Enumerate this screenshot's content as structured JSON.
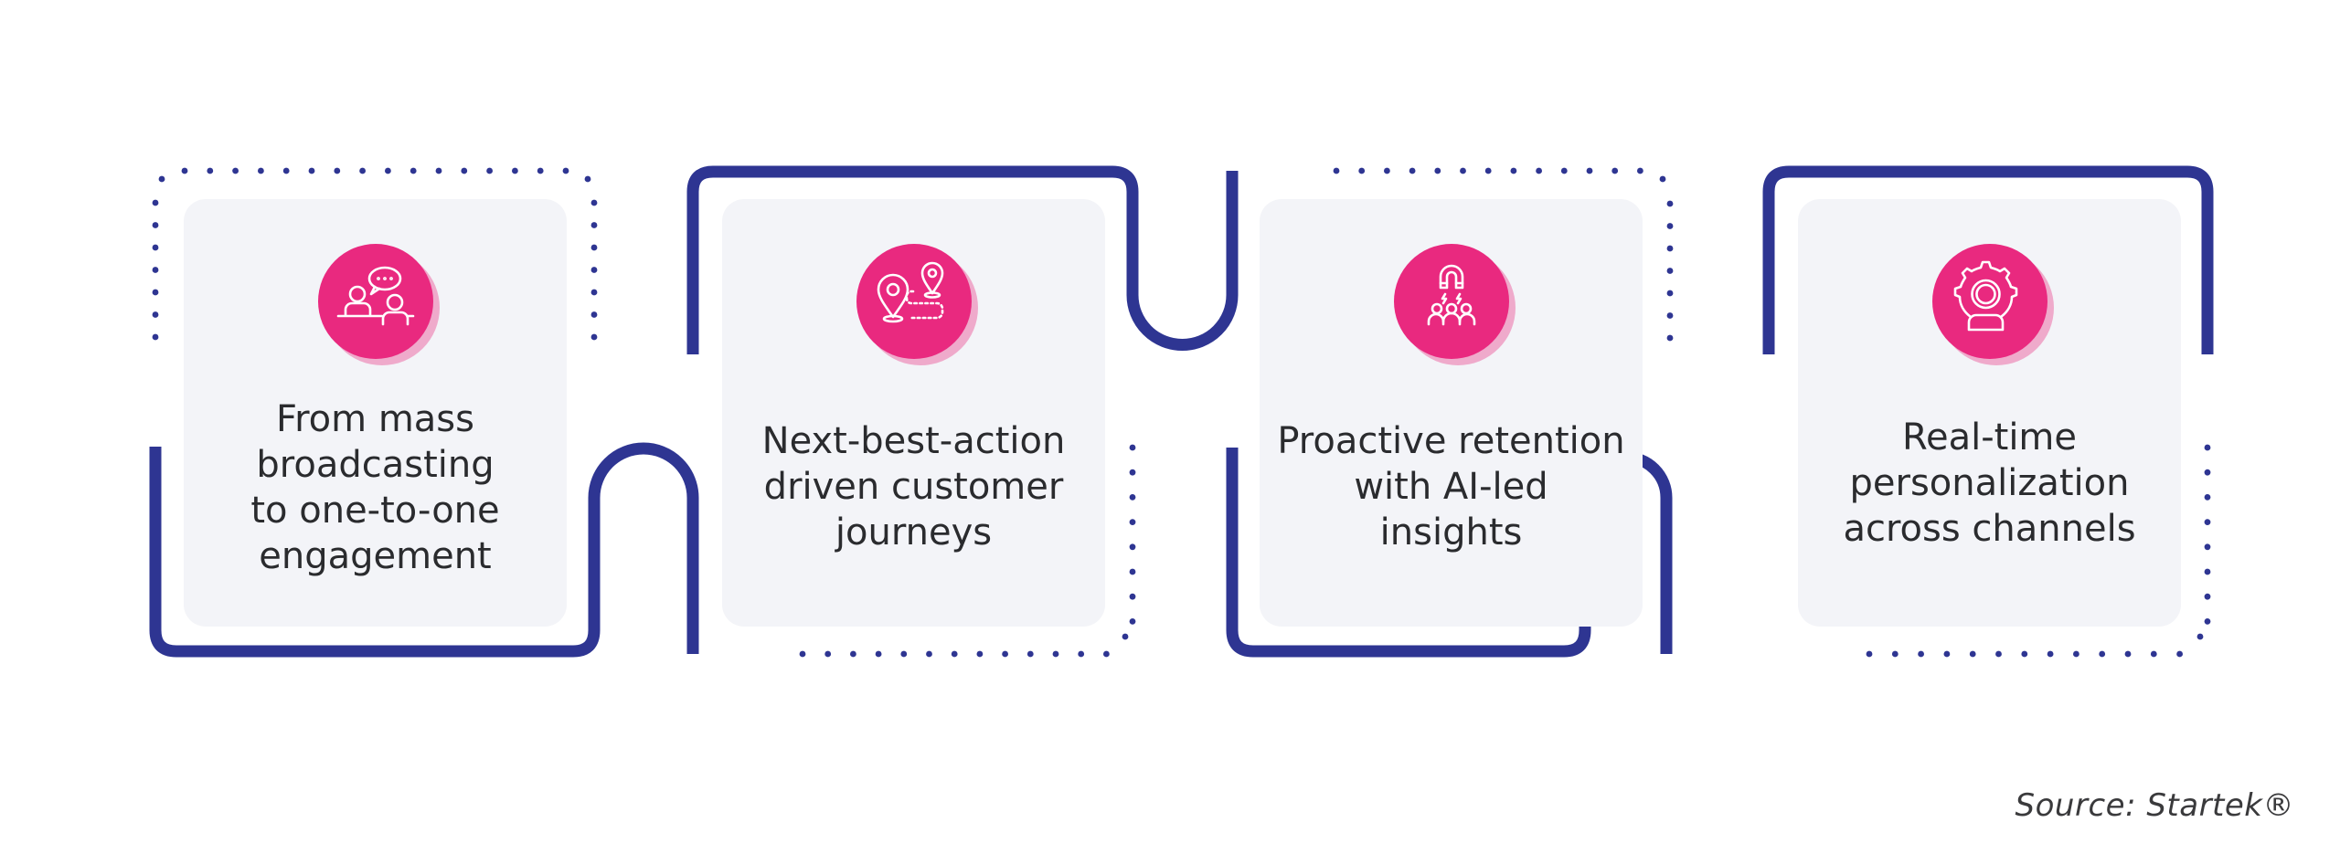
{
  "colors": {
    "line": "#2E3592",
    "dot": "#2E3592",
    "card_bg": "#F3F4F8",
    "icon_bg": "#E9297F",
    "icon_shadow": "#EFAACB",
    "text": "#2A2B2E"
  },
  "steps": [
    {
      "icon": "conversation-icon",
      "lines": [
        "From mass",
        "broadcasting",
        "to one-to-one",
        "engagement"
      ]
    },
    {
      "icon": "journey-map-pins-icon",
      "lines": [
        "Next-best-action",
        "driven customer",
        "journeys"
      ]
    },
    {
      "icon": "magnet-attract-people-icon",
      "lines": [
        "Proactive retention",
        "with AI-led",
        "insights"
      ]
    },
    {
      "icon": "gear-person-icon",
      "lines": [
        "Real-time",
        "personalization",
        "across channels"
      ]
    }
  ],
  "source": "Source: Startek®"
}
